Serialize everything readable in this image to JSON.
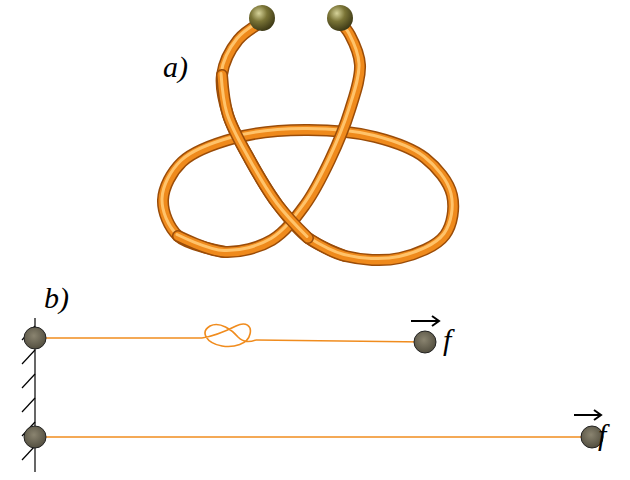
{
  "diagram": {
    "labels": [
      "a)",
      "b)",
      "f",
      "f"
    ]
  }
}
